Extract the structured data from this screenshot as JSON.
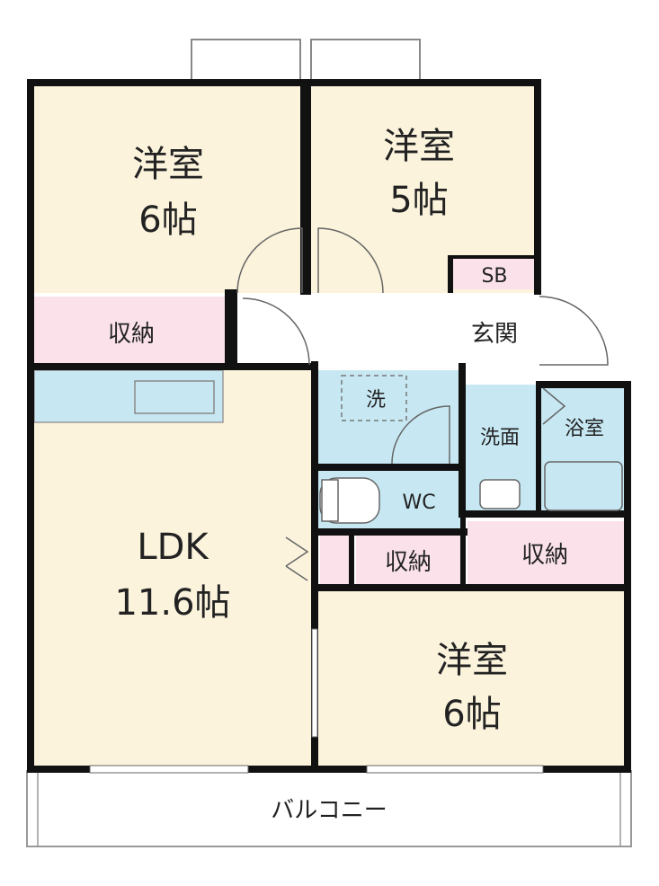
{
  "rooms": {
    "western_1": {
      "name": "洋室",
      "size": "6帖"
    },
    "western_2": {
      "name": "洋室",
      "size": "5帖"
    },
    "western_3": {
      "name": "洋室",
      "size": "6帖"
    },
    "ldk": {
      "name": "LDK",
      "size": "11.6帖"
    },
    "storage_1": "収納",
    "storage_2": "収納",
    "storage_3": "収納",
    "shoe_box": "SB",
    "entrance": "玄関",
    "laundry": "洗",
    "washroom": "洗面",
    "bathroom": "浴室",
    "toilet": "WC",
    "balcony": "バルコニー"
  },
  "colors": {
    "room_floor": "#fbf3dc",
    "storage": "#fbe2ea",
    "wet_area": "#c7e8f3",
    "wall": "#111111",
    "entrance": "#ffffff"
  }
}
